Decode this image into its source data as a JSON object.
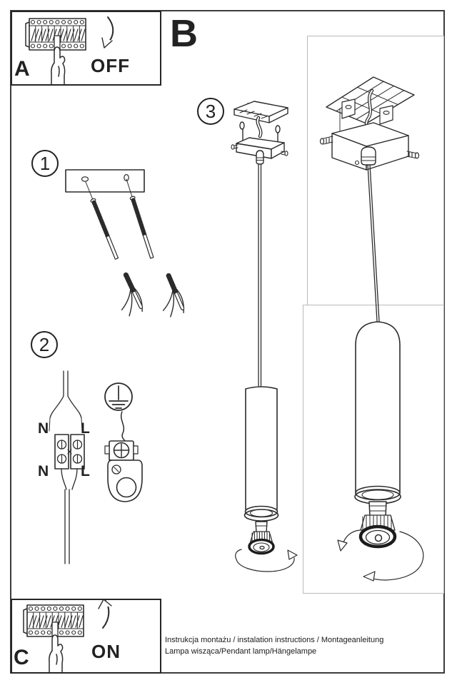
{
  "document": {
    "panel_letters": {
      "a": "A",
      "b": "B",
      "c": "C"
    },
    "switch_labels": {
      "off": "OFF",
      "on": "ON"
    },
    "step_numbers": {
      "s1": "1",
      "s2": "2",
      "s3": "3"
    },
    "wire_labels": {
      "n_top": "N",
      "l_top": "L",
      "n_bottom": "N",
      "l_bottom": "L"
    },
    "footer": {
      "line1": "Instrukcja montażu / instalation instructions / Montageanleitung",
      "line2": "Lampa wisząca/Pendant lamp/Hängelampe"
    },
    "colors": {
      "ink": "#2b2b2b",
      "frame": "#3c3c3c",
      "detail_frame": "#b9b9b9",
      "paper": "#ffffff"
    },
    "icons": [
      "circuit-breaker-icon",
      "pressing-hand-icon",
      "curved-arrow-icon",
      "mounting-plate-icon",
      "screw-icon",
      "wall-anchor-icon",
      "mains-wire-icon",
      "terminal-block-icon",
      "ground-symbol-icon",
      "ground-terminal-icon",
      "ceiling-bracket-icon",
      "canopy-icon",
      "pendant-cable-icon",
      "tube-shade-icon",
      "gu10-bulb-icon",
      "rotation-arrow-icon"
    ]
  }
}
